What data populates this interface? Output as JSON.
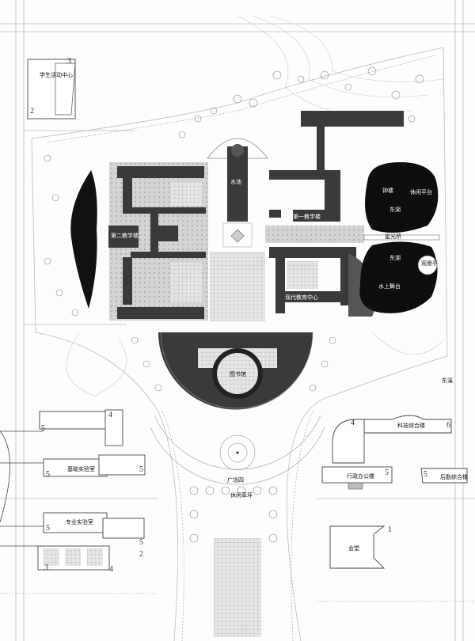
{
  "title": "校园总平面图",
  "buildings": {
    "student_center": "学生活动中心",
    "teaching_2": "第二教学楼",
    "teaching_1": "第一教学楼",
    "modern_edu": "现代教育中心",
    "library": "图书馆",
    "basic_lab": "基础实验室",
    "pro_lab": "专业实验室",
    "admin": "行政办公楼",
    "tech": "科技综合楼",
    "logistics": "后勤综合楼",
    "hall": "会堂",
    "pool": "水池"
  },
  "landscape": {
    "lake_north": "东湖",
    "lake_south": "东湖",
    "bridge": "星光桥",
    "pier": "钟楼",
    "platform": "休闲平台",
    "pavilion": "观景亭",
    "stage": "水上舞台",
    "plaza": "广场四",
    "lawn": "休闲草坪",
    "east": "东溪"
  },
  "floor_numbers": {
    "n2": "2",
    "n3": "3",
    "n4": "4",
    "n5": "5",
    "n6": "6",
    "n1": "1"
  }
}
